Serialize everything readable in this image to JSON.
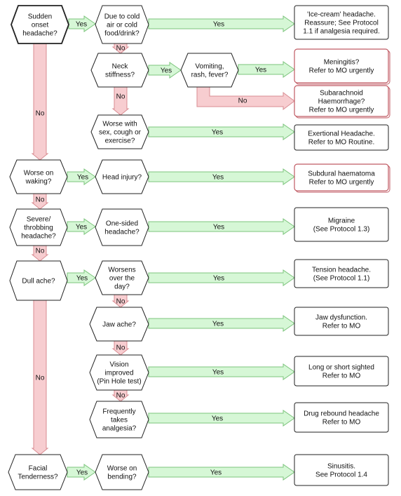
{
  "colors": {
    "yes_fill": "#d6f7d6",
    "yes_stroke": "#7cc47c",
    "no_fill": "#f7cdd0",
    "no_stroke": "#d98c92",
    "urgent_stroke": "#c05a63",
    "box_stroke": "#222222"
  },
  "labels": {
    "yes": "Yes",
    "no": "No"
  },
  "questions": [
    {
      "id": "q_sudden",
      "lines": [
        "Sudden",
        "onset",
        "headache?"
      ]
    },
    {
      "id": "q_cold",
      "lines": [
        "Due to cold",
        "air or cold",
        "food/drink?"
      ]
    },
    {
      "id": "q_neck",
      "lines": [
        "Neck",
        "stiffness?"
      ]
    },
    {
      "id": "q_vomit",
      "lines": [
        "Vomiting,",
        "rash, fever?"
      ]
    },
    {
      "id": "q_sex",
      "lines": [
        "Worse with",
        "sex, cough or",
        "exercise?"
      ]
    },
    {
      "id": "q_waking",
      "lines": [
        "Worse on",
        "waking?"
      ]
    },
    {
      "id": "q_injury",
      "lines": [
        "Head injury?"
      ]
    },
    {
      "id": "q_severe",
      "lines": [
        "Severe/",
        "throbbing",
        "headache?"
      ]
    },
    {
      "id": "q_onesided",
      "lines": [
        "One-sided",
        "headache?"
      ]
    },
    {
      "id": "q_dull",
      "lines": [
        "Dull ache?"
      ]
    },
    {
      "id": "q_worsens",
      "lines": [
        "Worsens",
        "over the",
        "day?"
      ]
    },
    {
      "id": "q_jaw",
      "lines": [
        "Jaw ache?"
      ]
    },
    {
      "id": "q_vision",
      "lines": [
        "Vision",
        "improved",
        "(Pin Hole test)"
      ]
    },
    {
      "id": "q_analgesia",
      "lines": [
        "Frequently",
        "takes",
        "analgesia?"
      ]
    },
    {
      "id": "q_facial",
      "lines": [
        "Facial",
        "Tenderness?"
      ]
    },
    {
      "id": "q_bending",
      "lines": [
        "Worse on",
        "bending?"
      ]
    }
  ],
  "outcomes": [
    {
      "id": "o_icecream",
      "urgent": false,
      "lines": [
        "'Ice-cream' headache.",
        "Reassure; See Protocol",
        "1.1 if analgesia required."
      ]
    },
    {
      "id": "o_meningitis",
      "urgent": true,
      "lines": [
        "Meningitis?",
        "Refer to MO urgently"
      ]
    },
    {
      "id": "o_subarachnoid",
      "urgent": true,
      "lines": [
        "Subarachnoid",
        "Haemorrhage?",
        "Refer to MO urgently"
      ]
    },
    {
      "id": "o_exertional",
      "urgent": false,
      "lines": [
        "Exertional Headache.",
        "Refer to MO Routine."
      ]
    },
    {
      "id": "o_subdural",
      "urgent": true,
      "lines": [
        "Subdural haematoma",
        "Refer to MO urgently"
      ]
    },
    {
      "id": "o_migraine",
      "urgent": false,
      "lines": [
        "Migraine",
        "(See Protocol 1.3)"
      ]
    },
    {
      "id": "o_tension",
      "urgent": false,
      "lines": [
        "Tension headache.",
        "(See Protocol 1.1)"
      ]
    },
    {
      "id": "o_jaw",
      "urgent": false,
      "lines": [
        "Jaw dysfunction.",
        "Refer to MO"
      ]
    },
    {
      "id": "o_sighted",
      "urgent": false,
      "lines": [
        "Long or short sighted",
        "Refer to MO"
      ]
    },
    {
      "id": "o_rebound",
      "urgent": false,
      "lines": [
        "Drug rebound headache",
        "Refer to MO"
      ]
    },
    {
      "id": "o_sinusitis",
      "urgent": false,
      "lines": [
        "Sinusitis.",
        "See Protocol 1.4"
      ]
    }
  ],
  "links": [
    {
      "from": "q_sudden",
      "to": "q_cold",
      "type": "yes"
    },
    {
      "from": "q_cold",
      "to": "o_icecream",
      "type": "yes"
    },
    {
      "from": "q_cold",
      "to": "q_neck",
      "type": "no"
    },
    {
      "from": "q_neck",
      "to": "q_vomit",
      "type": "yes"
    },
    {
      "from": "q_vomit",
      "to": "o_meningitis",
      "type": "yes"
    },
    {
      "from": "q_vomit",
      "to": "o_subarachnoid",
      "type": "no"
    },
    {
      "from": "q_neck",
      "to": "q_sex",
      "type": "no"
    },
    {
      "from": "q_sex",
      "to": "o_exertional",
      "type": "yes"
    },
    {
      "from": "q_sudden",
      "to": "q_waking",
      "type": "no"
    },
    {
      "from": "q_waking",
      "to": "q_injury",
      "type": "yes"
    },
    {
      "from": "q_injury",
      "to": "o_subdural",
      "type": "yes"
    },
    {
      "from": "q_waking",
      "to": "q_severe",
      "type": "no"
    },
    {
      "from": "q_severe",
      "to": "q_onesided",
      "type": "yes"
    },
    {
      "from": "q_onesided",
      "to": "o_migraine",
      "type": "yes"
    },
    {
      "from": "q_severe",
      "to": "q_dull",
      "type": "no"
    },
    {
      "from": "q_dull",
      "to": "q_worsens",
      "type": "yes"
    },
    {
      "from": "q_worsens",
      "to": "o_tension",
      "type": "yes"
    },
    {
      "from": "q_worsens",
      "to": "q_jaw",
      "type": "no"
    },
    {
      "from": "q_jaw",
      "to": "o_jaw",
      "type": "yes"
    },
    {
      "from": "q_jaw",
      "to": "q_vision",
      "type": "no"
    },
    {
      "from": "q_vision",
      "to": "o_sighted",
      "type": "yes"
    },
    {
      "from": "q_vision",
      "to": "q_analgesia",
      "type": "no"
    },
    {
      "from": "q_analgesia",
      "to": "o_rebound",
      "type": "yes"
    },
    {
      "from": "q_dull",
      "to": "q_facial",
      "type": "no"
    },
    {
      "from": "q_facial",
      "to": "q_bending",
      "type": "yes"
    },
    {
      "from": "q_bending",
      "to": "o_sinusitis",
      "type": "yes"
    }
  ]
}
